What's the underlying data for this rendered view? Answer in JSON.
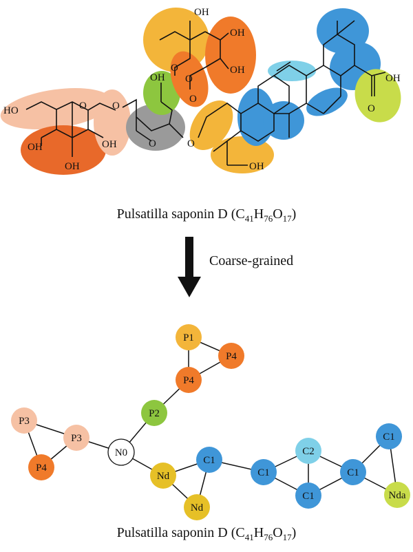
{
  "top_caption": {
    "name": "Pulsatilla saponin D",
    "formula_open": "(",
    "c": "C",
    "c_n": "41",
    "h": "H",
    "h_n": "76",
    "o": "O",
    "o_n": "17",
    "formula_close": ")"
  },
  "bottom_caption": {
    "name": "Pulsatilla saponin D",
    "formula_open": "(",
    "c": "C",
    "c_n": "41",
    "h": "H",
    "h_n": "76",
    "o": "O",
    "o_n": "17",
    "formula_close": ")"
  },
  "arrow_label": "Coarse-grained",
  "colors": {
    "peach": "#f6c1a4",
    "orange_dark": "#e8692a",
    "orange": "#f07a2a",
    "yellow": "#f3b53a",
    "gold": "#e6c027",
    "green": "#8dc63f",
    "lime": "#c8dc4a",
    "gray": "#9a9a9a",
    "blue": "#3f96d8",
    "light_blue": "#7fd0e8",
    "white": "#ffffff"
  },
  "molecule_labels": {
    "ho_left": "HO",
    "oh_a": "OH",
    "oh_b": "OH",
    "oh_c": "OH",
    "oh_top1": "OH",
    "oh_top2": "OH",
    "oh_top3": "OH",
    "oh_green": "OH",
    "oh_bottom": "OH",
    "oh_acid": "OH",
    "o_ring1": "O",
    "o_ring2": "O",
    "o_ring3": "O",
    "o_ring4": "O",
    "o_link1": "O",
    "o_link2": "O",
    "o_link3": "O",
    "o_acid": "O"
  },
  "beads": [
    {
      "id": "P1a",
      "label": "P1",
      "color": "#f3b53a"
    },
    {
      "id": "P4a",
      "label": "P4",
      "color": "#f07a2a"
    },
    {
      "id": "P4b",
      "label": "P4",
      "color": "#f07a2a"
    },
    {
      "id": "P2",
      "label": "P2",
      "color": "#8dc63f"
    },
    {
      "id": "P3a",
      "label": "P3",
      "color": "#f6c1a4"
    },
    {
      "id": "P3b",
      "label": "P3",
      "color": "#f6c1a4"
    },
    {
      "id": "P4c",
      "label": "P4",
      "color": "#f07a2a"
    },
    {
      "id": "N0",
      "label": "N0",
      "color": "#ffffff"
    },
    {
      "id": "Nd1",
      "label": "Nd",
      "color": "#e6c027"
    },
    {
      "id": "Nd2",
      "label": "Nd",
      "color": "#e6c027"
    },
    {
      "id": "C1a",
      "label": "C1",
      "color": "#3f96d8"
    },
    {
      "id": "C1b",
      "label": "C1",
      "color": "#3f96d8"
    },
    {
      "id": "C2",
      "label": "C2",
      "color": "#7fd0e8"
    },
    {
      "id": "C1c",
      "label": "C1",
      "color": "#3f96d8"
    },
    {
      "id": "C1d",
      "label": "C1",
      "color": "#3f96d8"
    },
    {
      "id": "C1e",
      "label": "C1",
      "color": "#3f96d8"
    },
    {
      "id": "Nda",
      "label": "Nda",
      "color": "#c8dc4a"
    }
  ],
  "bonds": [
    [
      "P1a",
      "P4a"
    ],
    [
      "P1a",
      "P4b"
    ],
    [
      "P4a",
      "P4b"
    ],
    [
      "P4b",
      "P2"
    ],
    [
      "P2",
      "N0"
    ],
    [
      "P3a",
      "P3b"
    ],
    [
      "P3a",
      "P4c"
    ],
    [
      "P3b",
      "P4c"
    ],
    [
      "P3b",
      "N0"
    ],
    [
      "N0",
      "Nd1"
    ],
    [
      "Nd1",
      "C1a"
    ],
    [
      "Nd1",
      "Nd2"
    ],
    [
      "Nd2",
      "C1a"
    ],
    [
      "C1a",
      "C1b"
    ],
    [
      "C1b",
      "C2"
    ],
    [
      "C1b",
      "C1c"
    ],
    [
      "C2",
      "C1c"
    ],
    [
      "C2",
      "C1d"
    ],
    [
      "C1c",
      "C1d"
    ],
    [
      "C1d",
      "C1e"
    ],
    [
      "C1d",
      "Nda"
    ],
    [
      "C1e",
      "Nda"
    ]
  ]
}
